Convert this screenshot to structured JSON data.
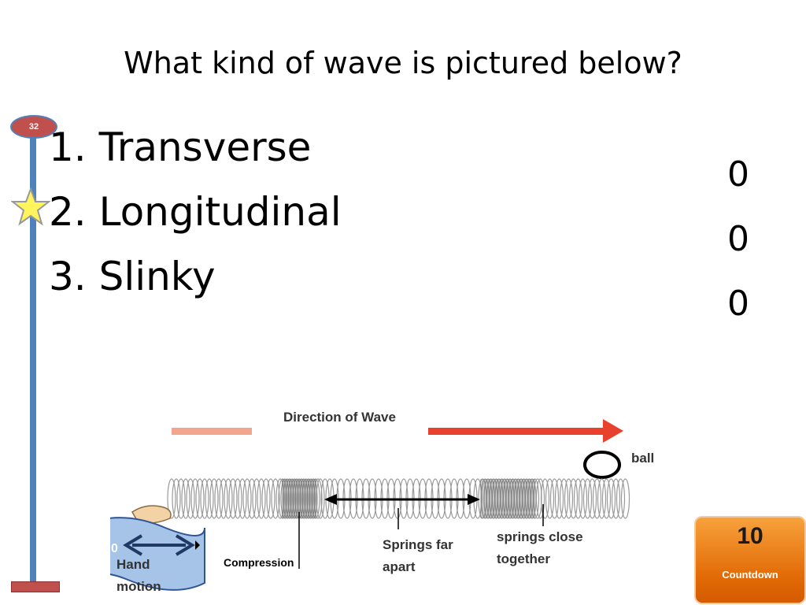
{
  "slide": {
    "title": "What kind of wave is pictured below?",
    "options": [
      {
        "label": "1. Transverse",
        "count": "0"
      },
      {
        "label": "2. Longitudinal",
        "count": "0"
      },
      {
        "label": "3. Slinky",
        "count": "0"
      }
    ]
  },
  "timer": {
    "value": "32"
  },
  "diagram": {
    "direction_label": "Direction of Wave",
    "ball_label": "ball",
    "compression_label": "Compression",
    "far_apart_label": "Springs far apart",
    "close_together_label": "springs close together",
    "hand_motion_label": "Hand motion",
    "hand_value": "0"
  },
  "countdown": {
    "value": "10",
    "label": "Countdown"
  },
  "colors": {
    "pole": "#4f81bd",
    "accent_red": "#c0504d",
    "arrow_red": "#e8422e",
    "countdown_orange": "#e26a06"
  }
}
